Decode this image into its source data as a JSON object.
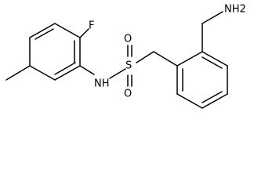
{
  "diagram": {
    "type": "chemical-structure",
    "atoms": {
      "fluorine": "F",
      "amine_nh": "NH",
      "sulfur": "S",
      "oxygen_top": "O",
      "oxygen_bottom": "O",
      "aminomethyl_nh2": "NH2"
    },
    "colors": {
      "bond": "#000000",
      "label": "#000000",
      "background": "#ffffff"
    }
  }
}
